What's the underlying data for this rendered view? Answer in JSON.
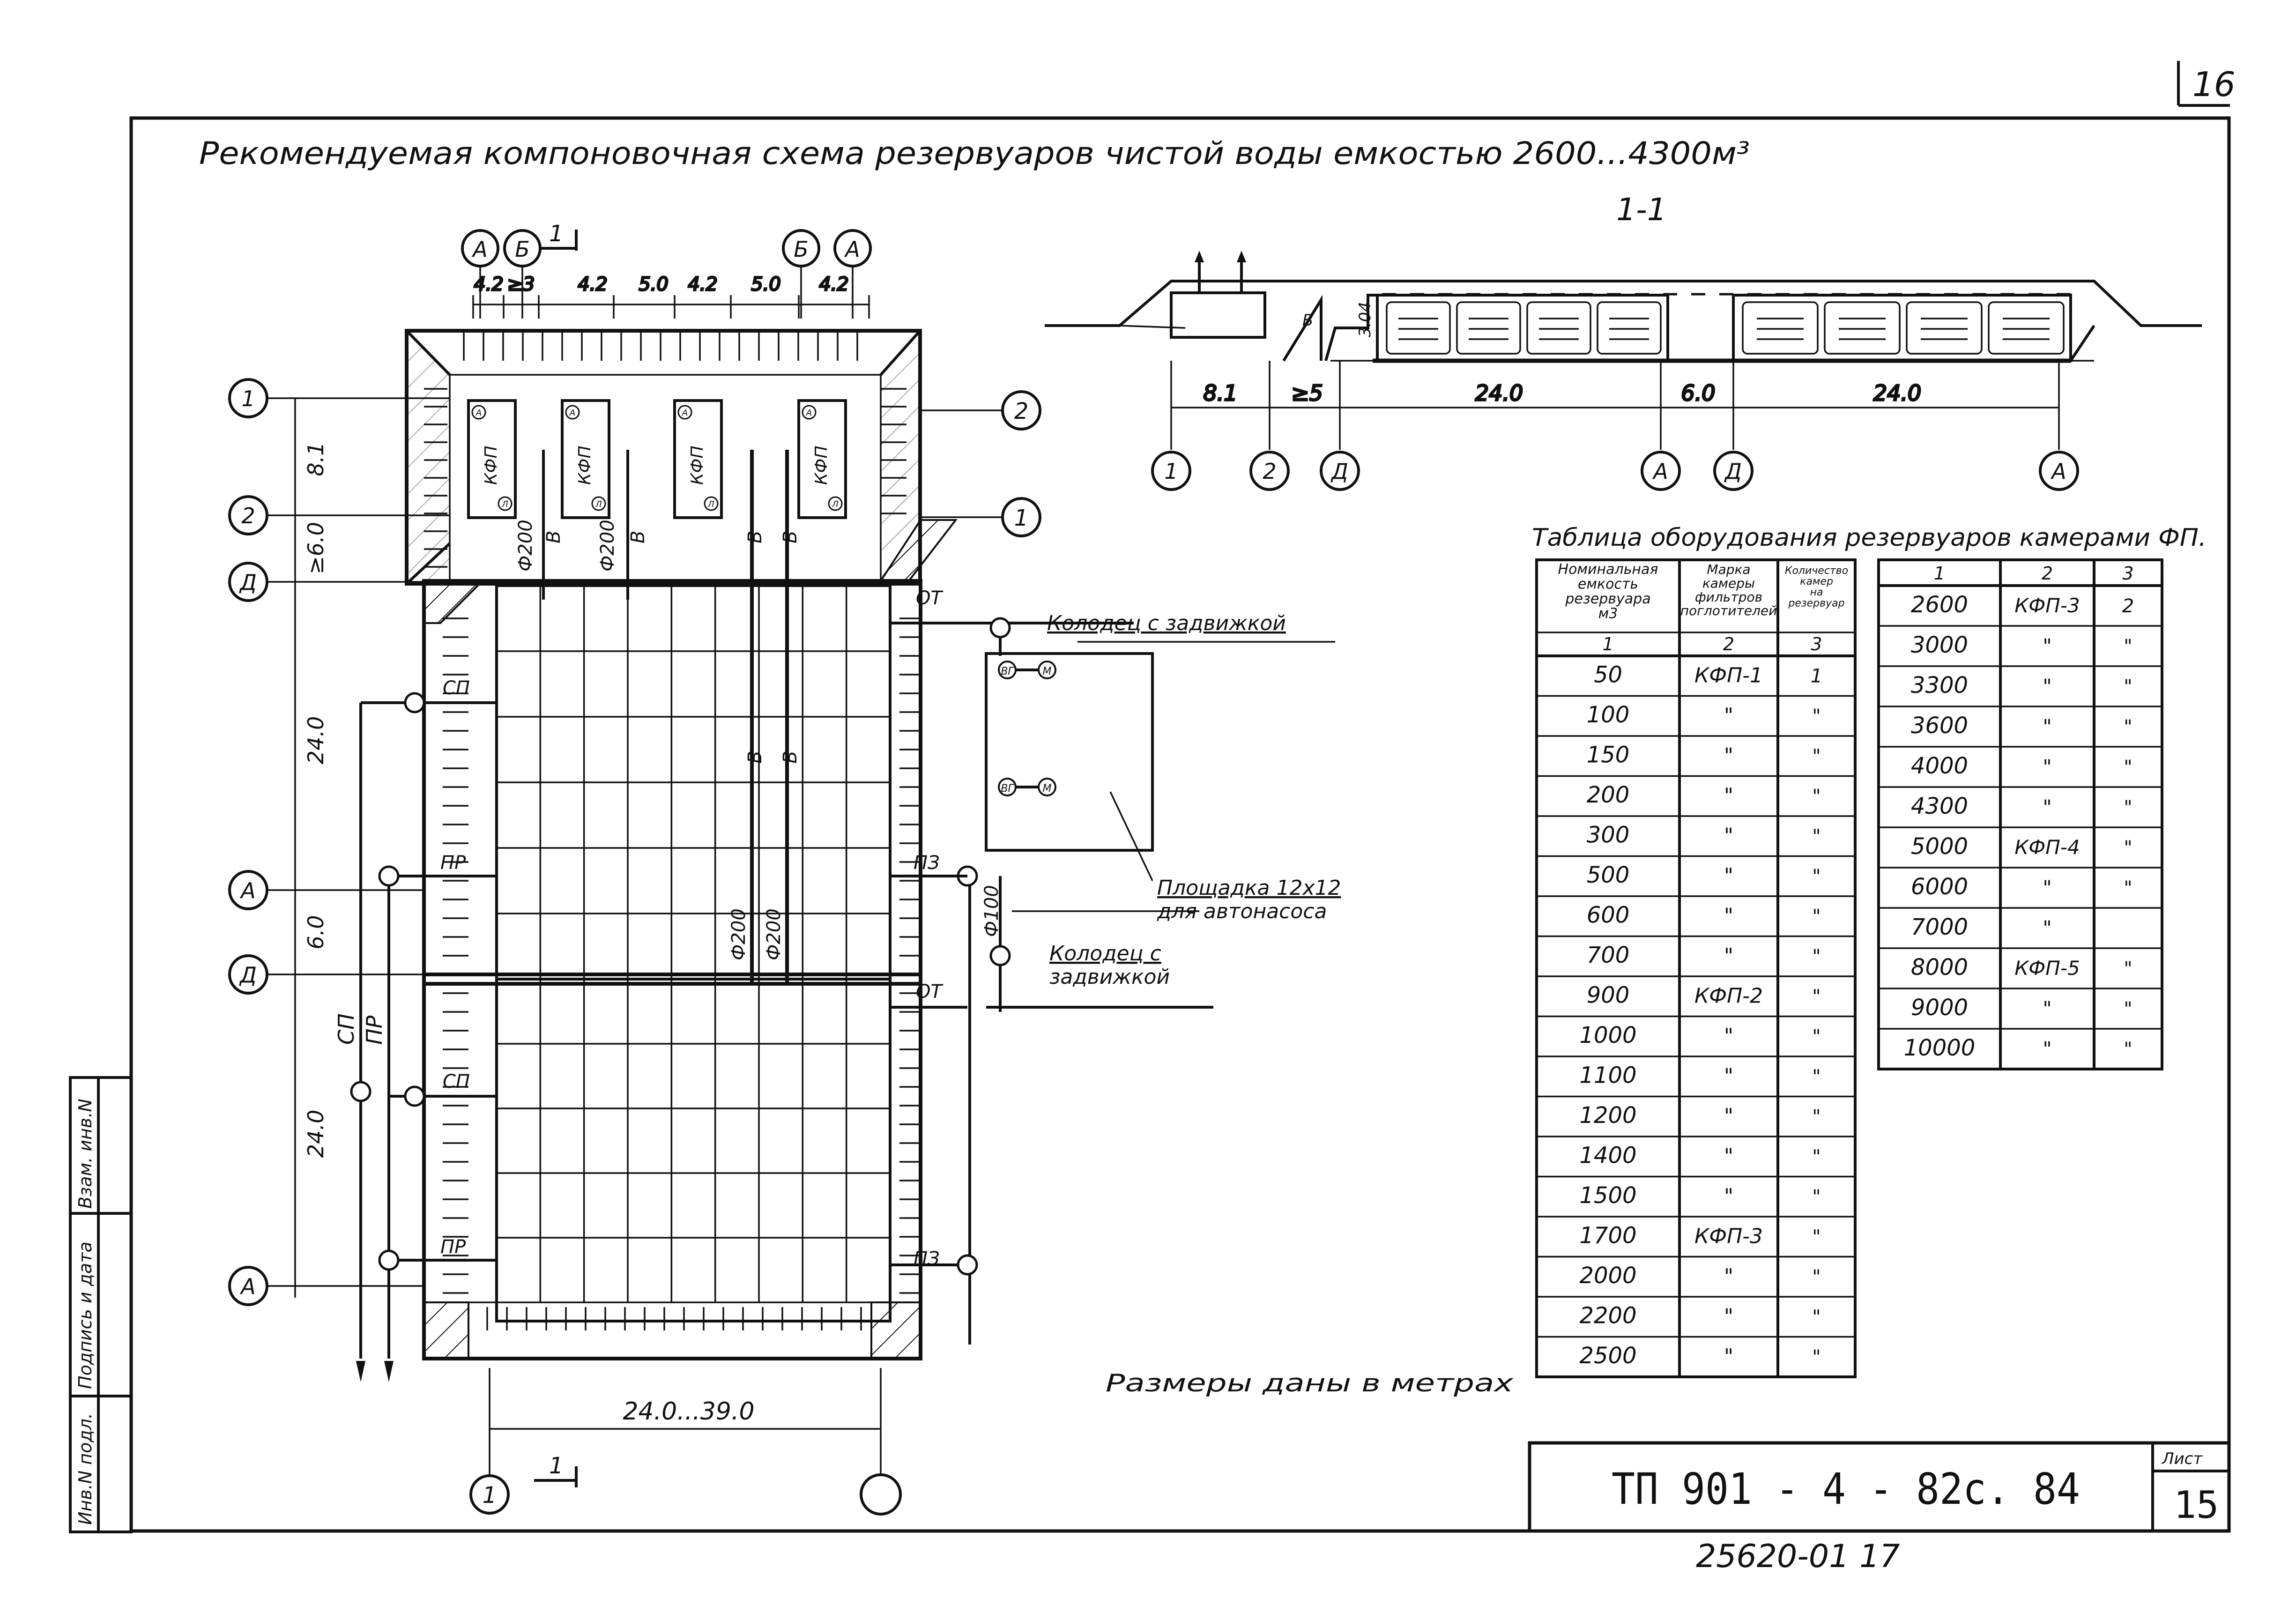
{
  "sheet": {
    "corner_number": "16",
    "title": "Рекомендуемая компоновочная схема резервуаров чистой воды емкостью 2600...4300м³",
    "note": "Размеры даны в метрах",
    "bottom_code": "25620-01   17"
  },
  "title_block": {
    "designation": "ТП   901 - 4 - 82с. 84",
    "sheet_label": "Лист",
    "sheet_number": "15"
  },
  "side_stamp": {
    "inv_no": "Инв.N подл.",
    "signature_date": "Подпись и дата",
    "replace_inv": "Взам. инв.N"
  },
  "plan": {
    "top_axes": [
      "А",
      "Б",
      "Б",
      "А"
    ],
    "section_mark": "1",
    "section_mark_bottom": "1",
    "top_dims": [
      "4.2",
      "≥3",
      "4.2",
      "5.0",
      "4.2",
      "5.0",
      "4.2"
    ],
    "left_axes": [
      "1",
      "2",
      "Д",
      "А",
      "Д",
      "А"
    ],
    "right_axes": [
      "2",
      "1"
    ],
    "bottom_axes": [
      "1",
      ""
    ],
    "left_dims": [
      "8.1",
      "≥6.0",
      "24.0",
      "6.0",
      "24.0"
    ],
    "bottom_dim": "24.0...39.0",
    "chamber_label": "КФП",
    "chamber_sub_top": "А",
    "chamber_sub_bot": "Л",
    "pipe_labels": [
      "Ф200",
      "В",
      "Ф200",
      "В",
      "В",
      "В"
    ],
    "mid_pipe_labels": [
      "В",
      "В",
      "Ф200",
      "Ф200"
    ],
    "side_labels_left": [
      "СП",
      "ПР",
      "СП",
      "ПР"
    ],
    "side_labels_right": [
      "ОТ",
      "ПЗ",
      "ОТ",
      "ПЗ"
    ],
    "riser_labels": [
      "СП",
      "ПР"
    ],
    "pipe_d100": "Ф100",
    "valve_well_1": "Колодец с задвижкой",
    "valve_well_2_a": "Колодец с",
    "valve_well_2_b": "задвижкой",
    "pad_a": "Площадка 12х12",
    "pad_b": "для автонасоса",
    "pump_marks": [
      "ВГ",
      "М",
      "ВГ",
      "М"
    ]
  },
  "section": {
    "label": "1-1",
    "dims": [
      "8.1",
      "≥5",
      "24.0",
      "6.0",
      "24.0"
    ],
    "axes": [
      "1",
      "2",
      "Д",
      "А",
      "Д",
      "А"
    ],
    "level": "3.04",
    "inner_mark": "В"
  },
  "table": {
    "title": "Таблица оборудования резервуаров камерами ФП.",
    "headers": [
      "Номинальная емкость резервуара м3",
      "Марка камеры фильтров поглотителей",
      "Количество камер на резервуар"
    ],
    "col_nums": [
      "1",
      "2",
      "3"
    ],
    "rows": [
      [
        "50",
        "КФП-1",
        "1"
      ],
      [
        "100",
        "\"",
        "\""
      ],
      [
        "150",
        "\"",
        "\""
      ],
      [
        "200",
        "\"",
        "\""
      ],
      [
        "300",
        "\"",
        "\""
      ],
      [
        "500",
        "\"",
        "\""
      ],
      [
        "600",
        "\"",
        "\""
      ],
      [
        "700",
        "\"",
        "\""
      ],
      [
        "900",
        "КФП-2",
        "\""
      ],
      [
        "1000",
        "\"",
        "\""
      ],
      [
        "1100",
        "\"",
        "\""
      ],
      [
        "1200",
        "\"",
        "\""
      ],
      [
        "1400",
        "\"",
        "\""
      ],
      [
        "1500",
        "\"",
        "\""
      ],
      [
        "1700",
        "КФП-3",
        "\""
      ],
      [
        "2000",
        "\"",
        "\""
      ],
      [
        "2200",
        "\"",
        "\""
      ],
      [
        "2500",
        "\"",
        "\""
      ]
    ],
    "right_col_nums": [
      "1",
      "2",
      "3"
    ],
    "right_rows": [
      [
        "2600",
        "КФП-3",
        "2"
      ],
      [
        "3000",
        "\"",
        "\""
      ],
      [
        "3300",
        "\"",
        "\""
      ],
      [
        "3600",
        "\"",
        "\""
      ],
      [
        "4000",
        "\"",
        "\""
      ],
      [
        "4300",
        "\"",
        "\""
      ],
      [
        "5000",
        "КФП-4",
        "\""
      ],
      [
        "6000",
        "\"",
        "\""
      ],
      [
        "7000",
        "\"",
        ""
      ],
      [
        "8000",
        "КФП-5",
        "\""
      ],
      [
        "9000",
        "\"",
        "\""
      ],
      [
        "10000",
        "\"",
        "\""
      ]
    ]
  }
}
